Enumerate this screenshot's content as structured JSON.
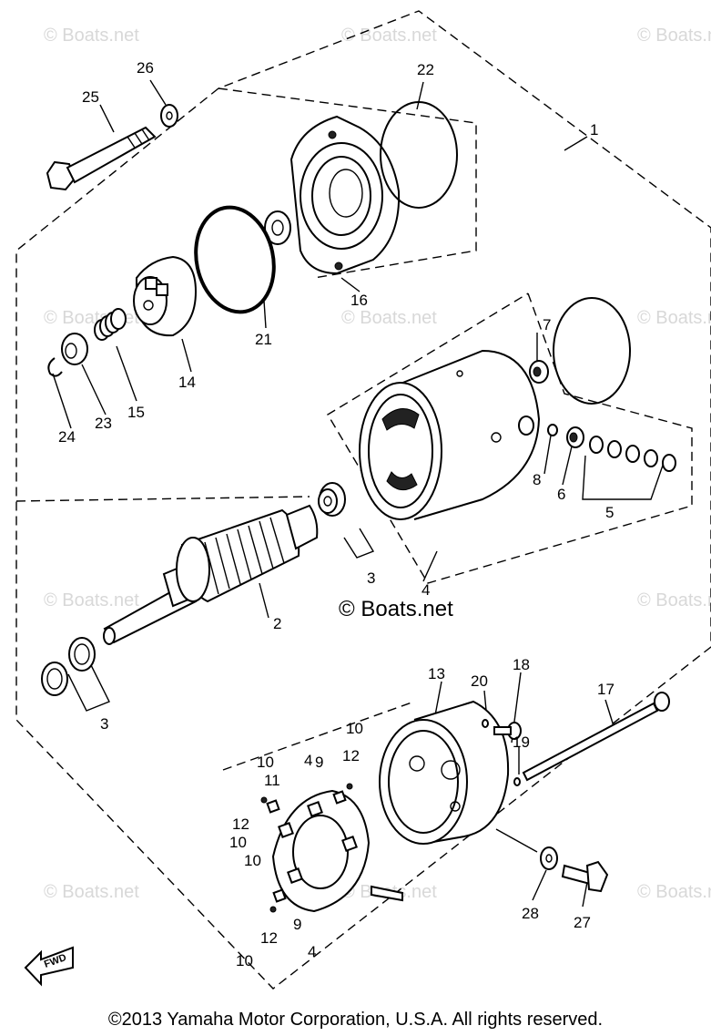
{
  "watermark": "© Boats.net",
  "copyright": "©2013 Yamaha Motor Corporation, U.S.A. All rights reserved.",
  "fwd_label": "FWD",
  "callouts": {
    "c1": "1",
    "c2": "2",
    "c3a": "3",
    "c3b": "3",
    "c4a": "4",
    "c4b": "4",
    "c4c": "4",
    "c5": "5",
    "c6": "6",
    "c7": "7",
    "c8": "8",
    "c9a": "9",
    "c9b": "9",
    "c10a": "10",
    "c10b": "10",
    "c10c": "10",
    "c10d": "10",
    "c10e": "10",
    "c11": "11",
    "c12a": "12",
    "c12b": "12",
    "c12c": "12",
    "c13": "13",
    "c14": "14",
    "c15": "15",
    "c16": "16",
    "c17": "17",
    "c18": "18",
    "c19": "19",
    "c20": "20",
    "c21": "21",
    "c22": "22",
    "c23": "23",
    "c24": "24",
    "c25": "25",
    "c26": "26",
    "c27": "27",
    "c28": "28"
  }
}
